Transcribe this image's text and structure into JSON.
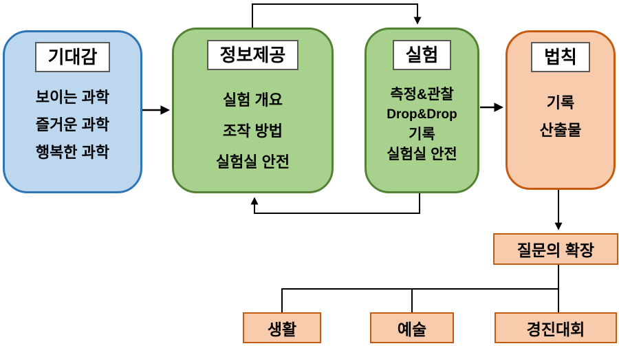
{
  "colors": {
    "blue_fill": "#bdd7ee",
    "blue_border": "#2e75b6",
    "green_fill": "#a9d18e",
    "green_border": "#548235",
    "orange_fill": "#f8cbad",
    "orange_border": "#c55a11",
    "label_fill": "#ffffff",
    "label_border": "#595959",
    "line": "#000000"
  },
  "nodes": {
    "expectation": {
      "title": "기대감",
      "lines": [
        "보이는 과학",
        "즐거운 과학",
        "행복한 과학"
      ]
    },
    "info": {
      "title": "정보제공",
      "lines": [
        "실험 개요",
        "조작 방법",
        "실험실 안전"
      ]
    },
    "experiment": {
      "title": "실험",
      "lines": [
        "측정&관찰",
        "Drop&Drop",
        "기록",
        "실험실 안전"
      ]
    },
    "law": {
      "title": "법칙",
      "lines": [
        "기록",
        "산출물"
      ]
    },
    "expansion": {
      "label": "질문의 확장"
    },
    "branches": [
      {
        "label": "생활"
      },
      {
        "label": "예술"
      },
      {
        "label": "경진대회"
      }
    ]
  }
}
